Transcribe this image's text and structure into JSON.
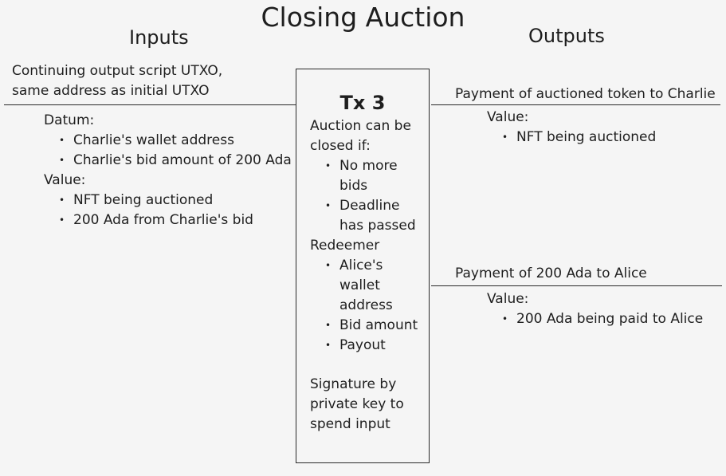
{
  "title": "Closing Auction",
  "inputs": {
    "heading": "Inputs",
    "utxo_line1": "Continuing output script UTXO,",
    "utxo_line2": "same address as initial UTXO",
    "datum_label": "Datum:",
    "datum_items": [
      "Charlie's wallet address",
      "Charlie's bid amount of 200 Ada"
    ],
    "value_label": "Value:",
    "value_items": [
      "NFT being auctioned",
      "200 Ada from Charlie's bid"
    ]
  },
  "tx": {
    "title": "Tx 3",
    "condition_intro": "Auction can be closed if:",
    "conditions": [
      "No more bids",
      "Deadline has passed"
    ],
    "redeemer_label": "Redeemer",
    "redeemer_items": [
      "Alice's wallet address",
      "Bid amount",
      "Payout"
    ],
    "signature_note": "Signature by private key to spend input"
  },
  "outputs": {
    "heading": "Outputs",
    "output1": {
      "label": "Payment of auctioned token to Charlie",
      "value_label": "Value:",
      "items": [
        "NFT being auctioned"
      ]
    },
    "output2": {
      "label": "Payment of 200 Ada to Alice",
      "value_label": "Value:",
      "items": [
        "200 Ada being paid to Alice"
      ]
    }
  }
}
